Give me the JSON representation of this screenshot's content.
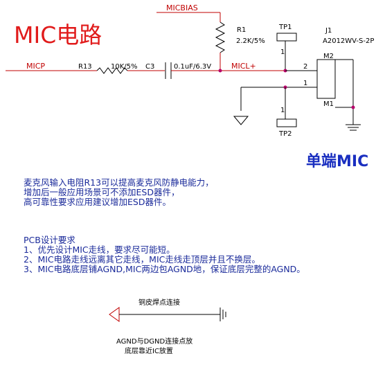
{
  "title": "MIC电路",
  "subtitle": "单端MIC",
  "colors": {
    "title": "#e11b1b",
    "subtitle": "#1a2fc0",
    "wire_signal": "#c00000",
    "wire_ground": "#000000",
    "junction": "#b8006b",
    "note_text": "#1a2a9a"
  },
  "schematic": {
    "nets": {
      "micbias": "MICBIAS",
      "micp": "MICP",
      "micl_plus": "MICL+"
    },
    "r1": {
      "ref": "R1",
      "value": "2.2K/5%"
    },
    "r13": {
      "ref": "R13",
      "value": "10K/5%"
    },
    "c3": {
      "ref": "C3",
      "value": "0.1uF/6.3V"
    },
    "tp1": {
      "ref": "TP1",
      "pin": "1"
    },
    "tp2": {
      "ref": "TP2",
      "pin": "1"
    },
    "j1": {
      "ref": "J1",
      "part": "A2012WV-S-2P",
      "pin2": "2",
      "pin1": "1",
      "m2": "M2",
      "m1": "M1"
    },
    "pad_link": {
      "label": "铜皮焊点连接",
      "note_line1": "AGND与DGND连接点放",
      "note_line2": "底层靠近IC放置"
    }
  },
  "notes": {
    "resistor_note": [
      "麦克风输入电阻R13可以提高麦克风防静电能力，",
      "增加后一般应用场景可不添加ESD器件，",
      "高可靠性要求应用建议增加ESD器件。"
    ],
    "pcb_heading": "PCB设计要求",
    "pcb_items": [
      "1、优先设计MIC走线，要求尽可能短。",
      "2、MIC电路走线远离其它走线，MIC走线走顶层并且不换层。",
      "3、MIC电路底层铺AGND,MIC两边包AGND地，保证底层完整的AGND。"
    ]
  }
}
